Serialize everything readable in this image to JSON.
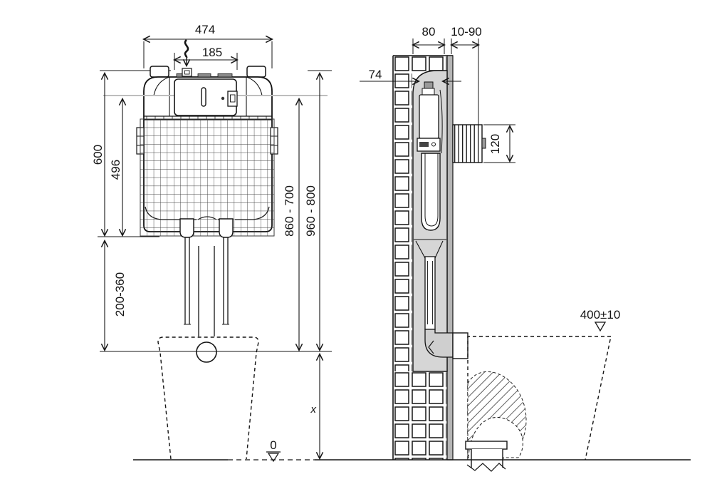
{
  "colors": {
    "line": "#141414",
    "section_gray": "#d6d6d6",
    "panel_gray": "#b5b5b5",
    "ref_line": "#bdbdbd",
    "fitting_gray": "#8a8a8a"
  },
  "dims": {
    "front": {
      "overall_width": "474",
      "inlet_offset_width": "185",
      "tank_height": "600",
      "tank_inner_height": "496",
      "flush_pipe_range": "200-360",
      "cover_top_range": "860 - 700",
      "overall_height_range": "960 - 800",
      "floor_offset": "x",
      "datum_zero": "0"
    },
    "side": {
      "recess_depth": "80",
      "wall_finish_range": "10-90",
      "cistern_depth": "74",
      "opening_height": "120",
      "outlet_height": "400±10"
    }
  }
}
